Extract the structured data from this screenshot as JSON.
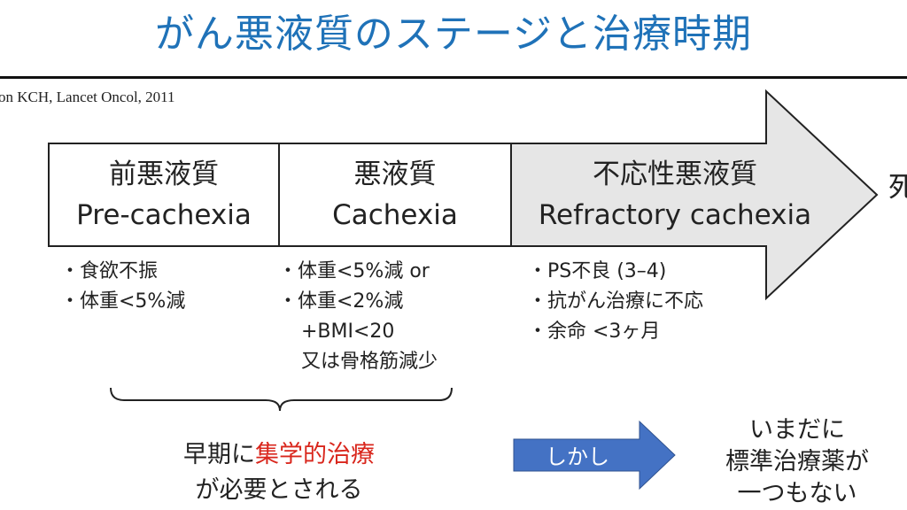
{
  "title": "がん悪液質のステージと治療時期",
  "citation": "on KCH, Lancet Oncol, 2011",
  "stages": [
    {
      "jp": "前悪液質",
      "en": "Pre-cachexia"
    },
    {
      "jp": "悪液質",
      "en": "Cachexia"
    },
    {
      "jp": "不応性悪液質",
      "en": "Refractory cachexia"
    }
  ],
  "arrow_end_label": "死",
  "criteria": {
    "pre": [
      "・食欲不振",
      "・体重<5%減"
    ],
    "cachexia": [
      "・体重<5%減 or",
      "・体重<2%減",
      "+BMI<20",
      "又は骨格筋減少"
    ],
    "refractory": [
      "・PS不良 (3–4)",
      "・抗がん治療に不応",
      "・余命 <3ヶ月"
    ]
  },
  "early_treatment": {
    "line1_prefix": "早期に",
    "line1_highlight": "集学的治療",
    "line2": "が必要とされる"
  },
  "however_label": "しかし",
  "no_standard": [
    "いまだに",
    "標準治療薬が",
    "一つもない"
  ],
  "colors": {
    "title": "#1f72b8",
    "highlight": "#d9261c",
    "blue_arrow": "#4472c4",
    "refractory_fill": "#e6e6e6"
  }
}
